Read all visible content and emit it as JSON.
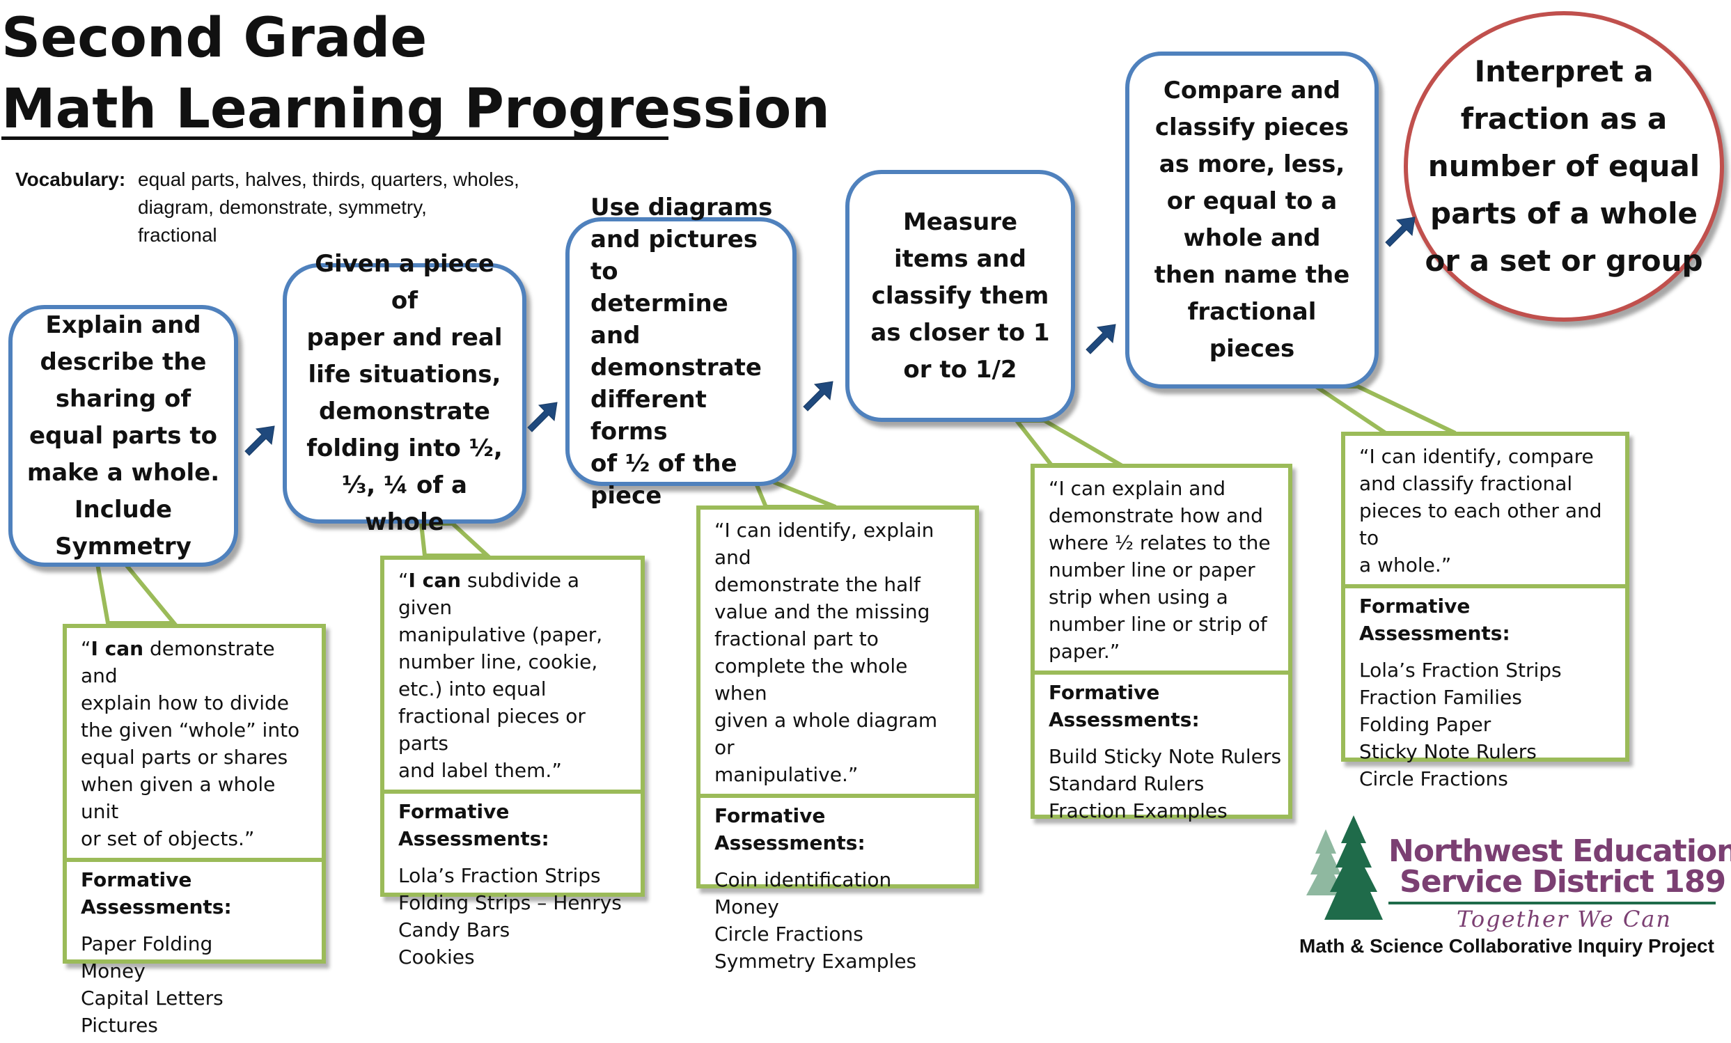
{
  "title": {
    "line1": "Second Grade",
    "line2": "Math Learning Progression"
  },
  "vocabulary": {
    "label": "Vocabulary:",
    "line1": "equal parts, halves, thirds, quarters, wholes,",
    "line2": "diagram, demonstrate, symmetry,",
    "line3": "fractional"
  },
  "steps": [
    {
      "lines": [
        "Explain and",
        "describe the",
        "sharing of",
        "equal parts to",
        "make a whole.",
        "Include",
        "Symmetry"
      ],
      "card": {
        "statement_bold": "I can",
        "statement_pre": "“",
        "statement_lines": [
          "“I can demonstrate and",
          "explain how to divide",
          "the given “whole” into",
          "equal parts or shares",
          "when given a whole unit",
          "or set of objects.”"
        ],
        "fa_title": "Formative Assessments:",
        "fa_items": [
          "Paper Folding",
          "Money",
          "Capital Letters",
          "Pictures"
        ]
      }
    },
    {
      "lines": [
        "Given a piece of",
        "paper and real",
        "life situations,",
        "demonstrate",
        "folding into ½,",
        "⅓, ¼ of a whole"
      ],
      "card": {
        "statement_lines": [
          " “I can subdivide a given",
          "manipulative (paper,",
          "number line, cookie,",
          "etc.) into equal",
          "fractional pieces or parts",
          "and label them.”"
        ],
        "fa_title": "Formative Assessments:",
        "fa_items": [
          "Lola’s Fraction Strips",
          "Folding Strips – Henrys",
          "Candy Bars",
          "Cookies"
        ]
      }
    },
    {
      "lines": [
        "Use diagrams",
        "and pictures to",
        "determine and",
        "demonstrate",
        "different forms",
        "of ½ of the",
        "piece"
      ],
      "card": {
        "statement_lines": [
          "“I can identify, explain and",
          "demonstrate the half",
          "value and the missing",
          "fractional part to",
          "complete the whole when",
          "given a whole diagram or",
          "manipulative.”"
        ],
        "fa_title": "Formative Assessments:",
        "fa_items": [
          "Coin identification",
          "Money",
          "Circle Fractions",
          "Symmetry Examples"
        ]
      }
    },
    {
      "lines": [
        "Measure",
        "items and",
        "classify them",
        "as closer to 1",
        "or to 1/2"
      ],
      "card": {
        "statement_lines": [
          "“I can explain and",
          "demonstrate how and",
          "where ½ relates to the",
          "number line or paper",
          "strip when using a",
          "number line or strip of",
          "paper.”"
        ],
        "fa_title": "Formative Assessments:",
        "fa_items": [
          "Build Sticky Note Rulers",
          "Standard Rulers",
          "Fraction Examples"
        ]
      }
    },
    {
      "lines": [
        "Compare and",
        "classify pieces",
        "as more, less,",
        "or equal to a",
        "whole and",
        "then name the",
        "fractional",
        "pieces"
      ],
      "card": {
        "statement_lines": [
          "“I can identify, compare",
          "and classify fractional",
          "pieces to each other and to",
          "a whole.”"
        ],
        "fa_title": "Formative Assessments:",
        "fa_items": [
          "Lola’s Fraction Strips",
          "Fraction Families",
          "Folding Paper",
          "Sticky Note Rulers",
          "Circle Fractions"
        ]
      }
    }
  ],
  "goal": {
    "lines": [
      "Interpret a",
      "fraction as a",
      "number of equal",
      "parts of a whole",
      "or a set or group"
    ]
  },
  "logo": {
    "org_line1": "Northwest Educational",
    "org_line2": "Service District 189",
    "tagline": "Together We Can",
    "project": "Math & Science Collaborative Inquiry Project"
  },
  "colors": {
    "step_border": "#4f81bd",
    "card_border": "#9bbb59",
    "goal_border": "#c0504d",
    "arrow": "#1f497d",
    "logo_text": "#7b3f72",
    "logo_trees": "#1f6b4a"
  },
  "icons": {
    "arrow": "right-arrow-icon",
    "logo": "pine-trees-icon"
  }
}
